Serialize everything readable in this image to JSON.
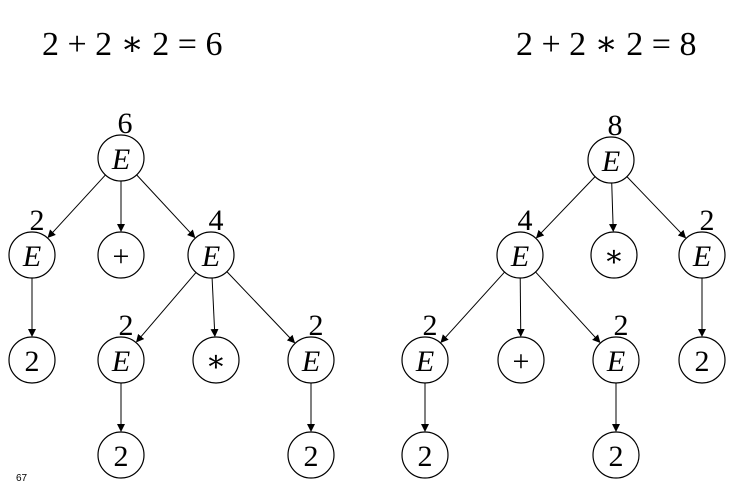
{
  "equations": {
    "left": "2 + 2 ∗ 2 = 6",
    "right": "2 + 2 ∗ 2 = 8"
  },
  "slide_number": "67",
  "trees": {
    "left": {
      "nodes": [
        {
          "id": "root",
          "label": "E",
          "italic": true,
          "value": "6"
        },
        {
          "id": "e1",
          "label": "E",
          "italic": true,
          "value": "2"
        },
        {
          "id": "plus",
          "label": "+",
          "italic": false,
          "value": ""
        },
        {
          "id": "e2",
          "label": "E",
          "italic": true,
          "value": "4"
        },
        {
          "id": "n1",
          "label": "2",
          "italic": false,
          "value": ""
        },
        {
          "id": "e3",
          "label": "E",
          "italic": true,
          "value": "2"
        },
        {
          "id": "star",
          "label": "∗",
          "italic": false,
          "value": ""
        },
        {
          "id": "e4",
          "label": "E",
          "italic": true,
          "value": "2"
        },
        {
          "id": "n2",
          "label": "2",
          "italic": false,
          "value": ""
        },
        {
          "id": "n3",
          "label": "2",
          "italic": false,
          "value": ""
        }
      ],
      "edges": [
        [
          "root",
          "e1"
        ],
        [
          "root",
          "plus"
        ],
        [
          "root",
          "e2"
        ],
        [
          "e1",
          "n1"
        ],
        [
          "e2",
          "e3"
        ],
        [
          "e2",
          "star"
        ],
        [
          "e2",
          "e4"
        ],
        [
          "e3",
          "n2"
        ],
        [
          "e4",
          "n3"
        ]
      ]
    },
    "right": {
      "nodes": [
        {
          "id": "root",
          "label": "E",
          "italic": true,
          "value": "8"
        },
        {
          "id": "e1",
          "label": "E",
          "italic": true,
          "value": "4"
        },
        {
          "id": "star",
          "label": "∗",
          "italic": false,
          "value": ""
        },
        {
          "id": "e2",
          "label": "E",
          "italic": true,
          "value": "2"
        },
        {
          "id": "e3",
          "label": "E",
          "italic": true,
          "value": "2"
        },
        {
          "id": "plus",
          "label": "+",
          "italic": false,
          "value": ""
        },
        {
          "id": "e4",
          "label": "E",
          "italic": true,
          "value": "2"
        },
        {
          "id": "n3",
          "label": "2",
          "italic": false,
          "value": ""
        },
        {
          "id": "n1",
          "label": "2",
          "italic": false,
          "value": ""
        },
        {
          "id": "n2",
          "label": "2",
          "italic": false,
          "value": ""
        }
      ],
      "edges": [
        [
          "root",
          "e1"
        ],
        [
          "root",
          "star"
        ],
        [
          "root",
          "e2"
        ],
        [
          "e2",
          "n3"
        ],
        [
          "e1",
          "e3"
        ],
        [
          "e1",
          "plus"
        ],
        [
          "e1",
          "e4"
        ],
        [
          "e3",
          "n1"
        ],
        [
          "e4",
          "n2"
        ]
      ]
    }
  }
}
